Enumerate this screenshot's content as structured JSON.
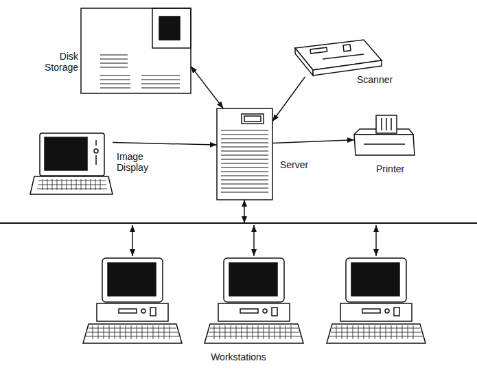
{
  "diagram": {
    "nodes": [
      {
        "text": [
          "Disk Storage"
        ]
      },
      {
        "text": [
          "Scanner"
        ]
      },
      {
        "text": [
          "Image Display"
        ]
      },
      {
        "text": [
          "Server"
        ]
      },
      {
        "text": [
          "Printer"
        ]
      },
      {
        "text": [
          "Workstations"
        ]
      }
    ],
    "edges": [
      {
        "from": 0,
        "to": 3,
        "arrow": "both"
      },
      {
        "from": 1,
        "to": 3,
        "arrow": "to"
      },
      {
        "from": 2,
        "to": 3,
        "arrow": "to"
      },
      {
        "from": 3,
        "to": 4,
        "arrow": "to"
      },
      {
        "from": 3,
        "to": 5,
        "arrow": "both"
      }
    ]
  }
}
